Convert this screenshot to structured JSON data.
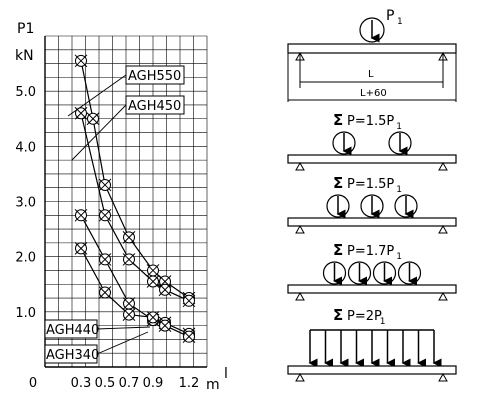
{
  "chart_data": {
    "type": "line",
    "y_title": "P1",
    "y_unit": "kN",
    "x_unit": "m",
    "x_symbol": "l",
    "x_ticks": [
      "0",
      "0.3",
      "0.5",
      "0.7",
      "0.9",
      "1.2"
    ],
    "y_ticks": [
      "1.0",
      "2.0",
      "3.0",
      "4.0",
      "5.0"
    ],
    "xlim": [
      0,
      1.35
    ],
    "ylim": [
      0,
      6.0
    ],
    "grid": true,
    "series": [
      {
        "name": "AGH550",
        "x": [
          0.3,
          0.4,
          0.5,
          0.7,
          0.9,
          1.0,
          1.2
        ],
        "y": [
          5.55,
          4.5,
          3.3,
          2.35,
          1.75,
          1.55,
          1.25
        ]
      },
      {
        "name": "AGH450",
        "x": [
          0.3,
          0.5,
          0.7,
          0.9,
          1.0,
          1.2
        ],
        "y": [
          4.6,
          2.75,
          1.95,
          1.55,
          1.4,
          1.2
        ]
      },
      {
        "name": "AGH440",
        "x": [
          0.3,
          0.5,
          0.7,
          0.9,
          1.0,
          1.2
        ],
        "y": [
          2.75,
          1.95,
          1.15,
          0.85,
          0.8,
          0.6
        ]
      },
      {
        "name": "AGH340",
        "x": [
          0.3,
          0.5,
          0.7,
          0.9,
          1.0,
          1.2
        ],
        "y": [
          2.15,
          1.35,
          0.95,
          0.9,
          0.75,
          0.55
        ]
      }
    ]
  },
  "diagram": {
    "panel1": {
      "load_label": "P",
      "load_sub": "1",
      "span_label": "L",
      "total_label": "L+60"
    },
    "loads": [
      {
        "sigma": "Σ",
        "text": "P=1.5P",
        "sub": "1",
        "count": 2
      },
      {
        "sigma": "Σ",
        "text": "P=1.5P",
        "sub": "1",
        "count": 3
      },
      {
        "sigma": "Σ",
        "text": "P=1.7P",
        "sub": "1",
        "count": 4
      },
      {
        "sigma": "Σ",
        "text": "P=2P",
        "sub": "1",
        "count": 0
      }
    ]
  }
}
